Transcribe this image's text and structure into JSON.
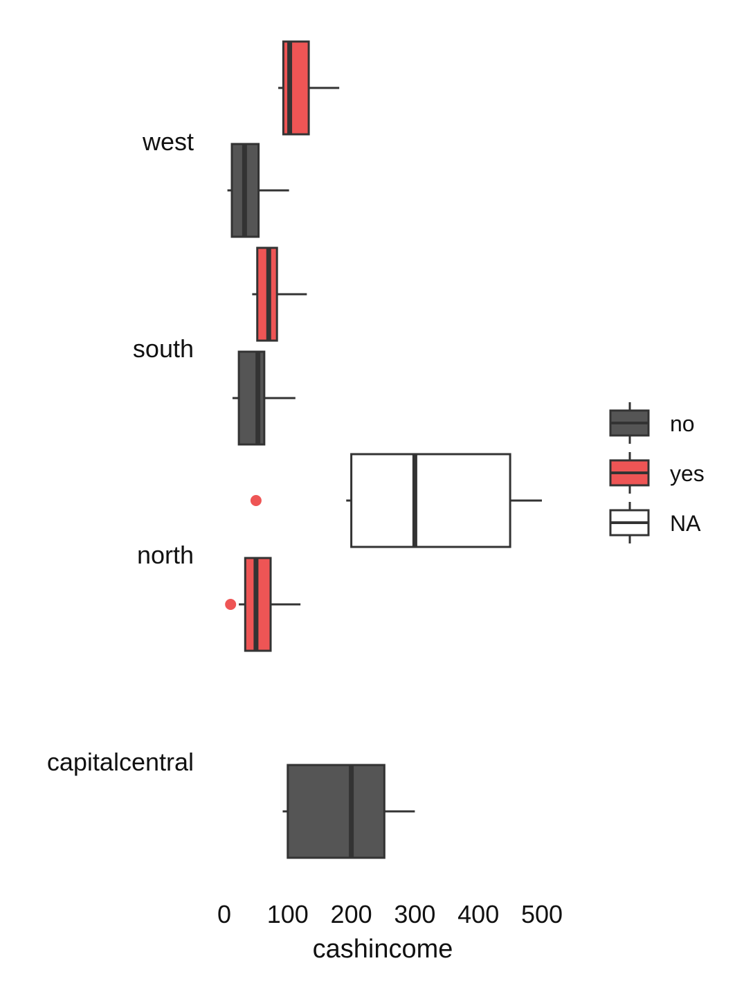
{
  "chart_data": {
    "type": "boxplot",
    "orientation": "horizontal",
    "xlabel": "cashincome",
    "ylabel": "",
    "title": "",
    "xlim": [
      0,
      500
    ],
    "x_ticks": [
      0,
      100,
      200,
      300,
      400,
      500
    ],
    "grid": false,
    "legend": {
      "position": "right",
      "title": "",
      "entries": [
        "no",
        "yes",
        "NA"
      ]
    },
    "colors": {
      "no": "#555555",
      "yes": "#EE5555",
      "NA": "#FFFFFF",
      "outline": "#333333"
    },
    "categories": [
      "west",
      "south",
      "north",
      "capitalcentral"
    ],
    "boxes": [
      {
        "category": "west",
        "group": "yes",
        "whisker_low": 85,
        "q1": 93,
        "median": 103,
        "q3": 133,
        "whisker_high": 181,
        "outliers": []
      },
      {
        "category": "west",
        "group": "no",
        "whisker_low": 5,
        "q1": 12,
        "median": 32,
        "q3": 54,
        "whisker_high": 102,
        "outliers": []
      },
      {
        "category": "south",
        "group": "yes",
        "whisker_low": 44,
        "q1": 52,
        "median": 70,
        "q3": 83,
        "whisker_high": 130,
        "outliers": []
      },
      {
        "category": "south",
        "group": "no",
        "whisker_low": 13,
        "q1": 23,
        "median": 53,
        "q3": 63,
        "whisker_high": 112,
        "outliers": []
      },
      {
        "category": "north",
        "group": "NA",
        "whisker_low": 192,
        "q1": 200,
        "median": 300,
        "q3": 450,
        "whisker_high": 500,
        "outliers": []
      },
      {
        "category": "north",
        "group": "yes",
        "whisker_low": 50,
        "q1": 50,
        "median": 50,
        "q3": 50,
        "whisker_high": 50,
        "outliers": [],
        "point_only": true
      },
      {
        "category": "north",
        "group": "yes",
        "whisker_low": 23,
        "q1": 33,
        "median": 50,
        "q3": 73,
        "whisker_high": 120,
        "outliers": [
          10
        ]
      },
      {
        "category": "capitalcentral",
        "group": "no",
        "whisker_low": 92,
        "q1": 100,
        "median": 200,
        "q3": 252,
        "whisker_high": 300,
        "outliers": []
      }
    ]
  }
}
